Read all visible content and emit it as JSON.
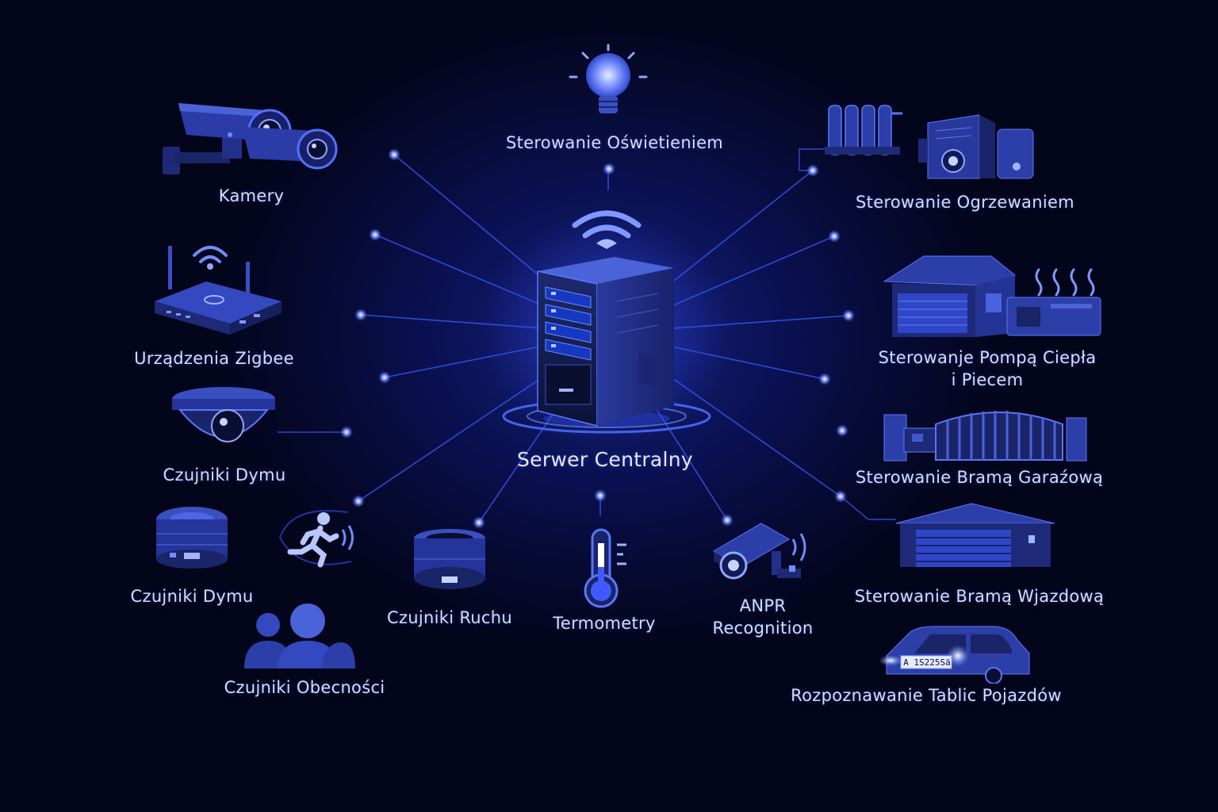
{
  "center": {
    "label": "Serwer Centralny",
    "icon": "server-icon"
  },
  "nodes": [
    {
      "id": "kamery",
      "label": "Kamery",
      "icon": "cctv-camera-icon"
    },
    {
      "id": "oswietlenie",
      "label": "Sterowanie Oświetieniem",
      "icon": "light-bulb-icon"
    },
    {
      "id": "ogrzewanie",
      "label": "Sterowanie Ogrzewaniem",
      "icon": "radiator-boiler-icon"
    },
    {
      "id": "zigbee",
      "label": "Urządzenia Zigbee",
      "icon": "zigbee-router-icon"
    },
    {
      "id": "pompa",
      "label_line1": "Sterowanje Pompą Ciepła",
      "label_line2": "i Piecem",
      "icon": "house-heat-pump-icon"
    },
    {
      "id": "dym1",
      "label": "Czujniki Dymu",
      "icon": "dome-sensor-icon"
    },
    {
      "id": "brama-garaz",
      "label": "Sterowanie Bramą Garaźową",
      "icon": "gate-icon"
    },
    {
      "id": "dym2",
      "label": "Czujniki Dymu",
      "icon": "smoke-detector-icon"
    },
    {
      "id": "ruch",
      "label": "Czujniki Ruchu",
      "icon": "motion-sensor-icon"
    },
    {
      "id": "termo",
      "label": "Termometry",
      "icon": "thermometer-icon"
    },
    {
      "id": "anpr",
      "label_line1": "ANPR",
      "label_line2": "Recognition",
      "icon": "anpr-camera-icon"
    },
    {
      "id": "brama-wjazd",
      "label": "Sterowanie Bramą Wjazdową",
      "icon": "garage-icon"
    },
    {
      "id": "obecnosc",
      "label": "Czujniki Obecności",
      "icon": "presence-people-icon"
    },
    {
      "id": "tablice",
      "label": "Rozpoznawanie Tablic Pojazdów",
      "icon": "car-icon",
      "plate_text": "A 1S225Sä"
    }
  ],
  "colors": {
    "background": "#04061a",
    "accent": "#3f5bff",
    "glow": "#6f8dff",
    "icon": "#2a3a9e",
    "label": "#d6dcff"
  }
}
